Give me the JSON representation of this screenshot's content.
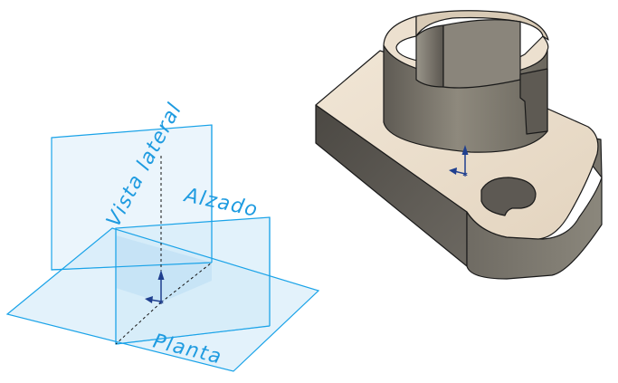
{
  "planes": {
    "lateral_label": "Vista lateral",
    "front_label": "Alzado",
    "top_label": "Planta"
  },
  "colors": {
    "plane_stroke": "#1aa3e8",
    "plane_fill": "#cfe9f8",
    "label_text": "#1e9be0",
    "triad_arrow": "#1f3f8f",
    "part_dark": "#6e6a62",
    "part_mid": "#8a8579",
    "part_light": "#ecdfcd",
    "part_edge": "#1a1a1a"
  },
  "icons": {
    "origin_triad": "coordinate-triad-icon"
  }
}
